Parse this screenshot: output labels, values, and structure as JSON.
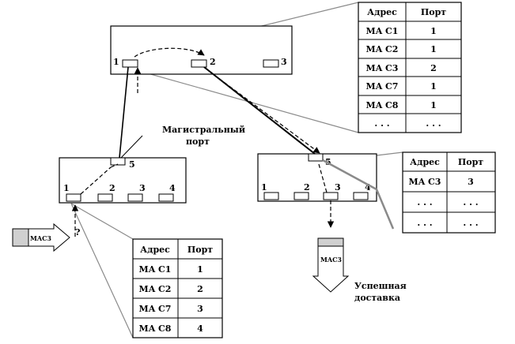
{
  "top_switch": {
    "ports": [
      "1",
      "2",
      "3"
    ],
    "table": {
      "headers": [
        "Адрес",
        "Порт"
      ],
      "rows": [
        [
          "MA C1",
          "1"
        ],
        [
          "MA C2",
          "1"
        ],
        [
          "MA C3",
          "2"
        ],
        [
          "MA C7",
          "1"
        ],
        [
          "MA C8",
          "1"
        ],
        [
          ". . .",
          ". . ."
        ]
      ]
    }
  },
  "left_switch": {
    "ports": [
      "1",
      "2",
      "3",
      "4",
      "5"
    ],
    "trunk_label": [
      "Магистральный",
      "порт"
    ],
    "table": {
      "headers": [
        "Адрес",
        "Порт"
      ],
      "rows": [
        [
          "MA C1",
          "1"
        ],
        [
          "MA C2",
          "2"
        ],
        [
          "MA C7",
          "3"
        ],
        [
          "MA C8",
          "4"
        ]
      ]
    }
  },
  "right_switch": {
    "ports": [
      "1",
      "2",
      "3",
      "4",
      "5"
    ],
    "table": {
      "headers": [
        "Адрес",
        "Порт"
      ],
      "rows": [
        [
          "MA C3",
          "3"
        ],
        [
          ". . .",
          ". . ."
        ],
        [
          ". . .",
          ". . ."
        ]
      ]
    }
  },
  "frame_in": {
    "label": "MAC3",
    "unknown_mark": "?"
  },
  "frame_out": {
    "label": "MAC3",
    "caption": [
      "Успешная",
      "доставка"
    ]
  }
}
